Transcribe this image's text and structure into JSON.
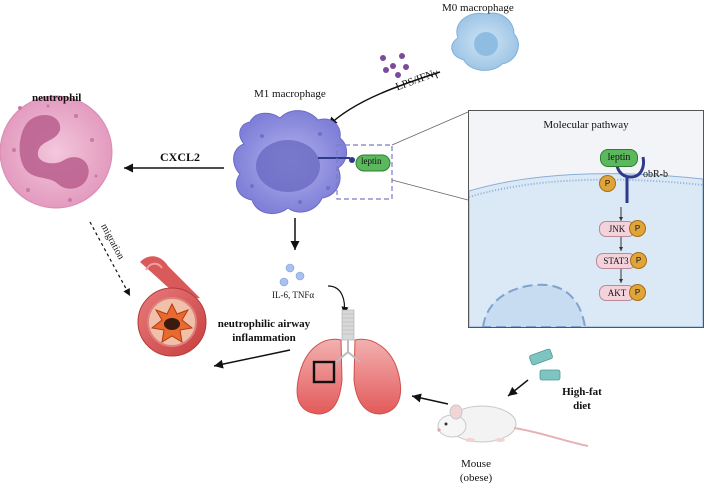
{
  "labels": {
    "m0_macrophage": "M0 macrophage",
    "m1_macrophage": "M1 macrophage",
    "neutrophil": "neutrophil",
    "cxcl2": "CXCL2",
    "lps_ifn": "LPS/IFNγ",
    "leptin_small": "leptin",
    "il6_tnf": "IL-6, TNFα",
    "migration": "migration",
    "airway_line1": "neutrophilic airway",
    "airway_line2": "inflammation",
    "high_fat_line1": "High-fat",
    "high_fat_line2": "diet",
    "mouse_line1": "Mouse",
    "mouse_line2": "(obese)"
  },
  "pathway": {
    "title": "Molecular pathway",
    "leptin": "leptin",
    "receptor": "obR-b",
    "p": "P",
    "nodes": [
      "JNK",
      "STAT3",
      "AKT"
    ]
  },
  "colors": {
    "macrophage": "#8f8fe0",
    "neutrophil": "#e9a6c7",
    "leptin": "#4caf50",
    "phospho": "#e0a53a",
    "lung": "#e96a6a",
    "panel": "#f2f4f8",
    "cell": "#d9e8f7"
  }
}
